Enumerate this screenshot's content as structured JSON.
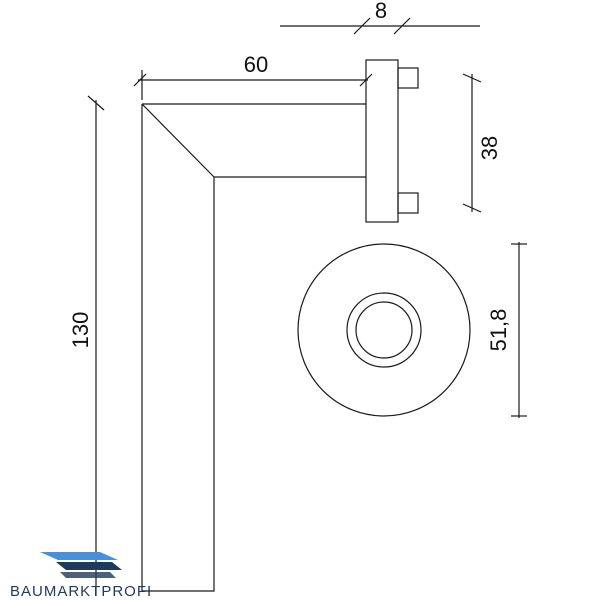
{
  "dimensions": {
    "width": "60",
    "height": "130",
    "thickness": "8",
    "rose_spacing": "38",
    "rosette_diameter": "51,8"
  },
  "logo": {
    "text": "BAUMARKTPROFI",
    "colors": {
      "primary": "#1f3a5a",
      "accent": "#4a90d9"
    }
  },
  "colors": {
    "line": "#1a1a1a",
    "background": "#ffffff"
  }
}
